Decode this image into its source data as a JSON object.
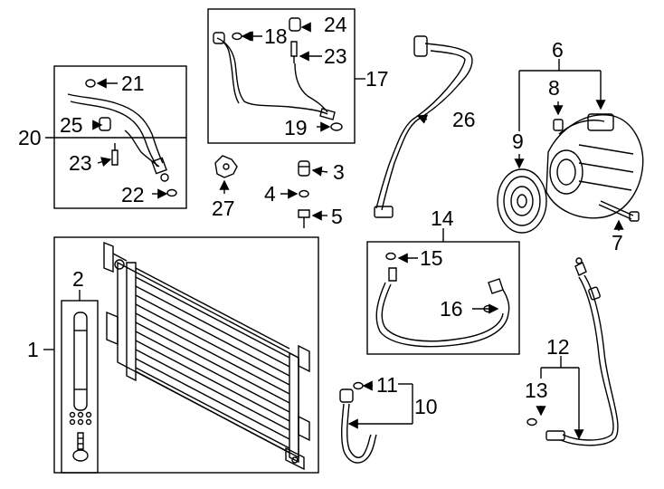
{
  "callouts": {
    "c1": "1",
    "c2": "2",
    "c3": "3",
    "c4": "4",
    "c5": "5",
    "c6": "6",
    "c7": "7",
    "c8": "8",
    "c9": "9",
    "c10": "10",
    "c11": "11",
    "c12": "12",
    "c13": "13",
    "c14": "14",
    "c15": "15",
    "c16": "16",
    "c17": "17",
    "c18": "18",
    "c19": "19",
    "c20": "20",
    "c21": "21",
    "c22": "22",
    "c23a": "23",
    "c23b": "23",
    "c24": "24",
    "c25": "25",
    "c26": "26",
    "c27": "27"
  },
  "colors": {
    "line": "#000000",
    "background": "#ffffff"
  }
}
